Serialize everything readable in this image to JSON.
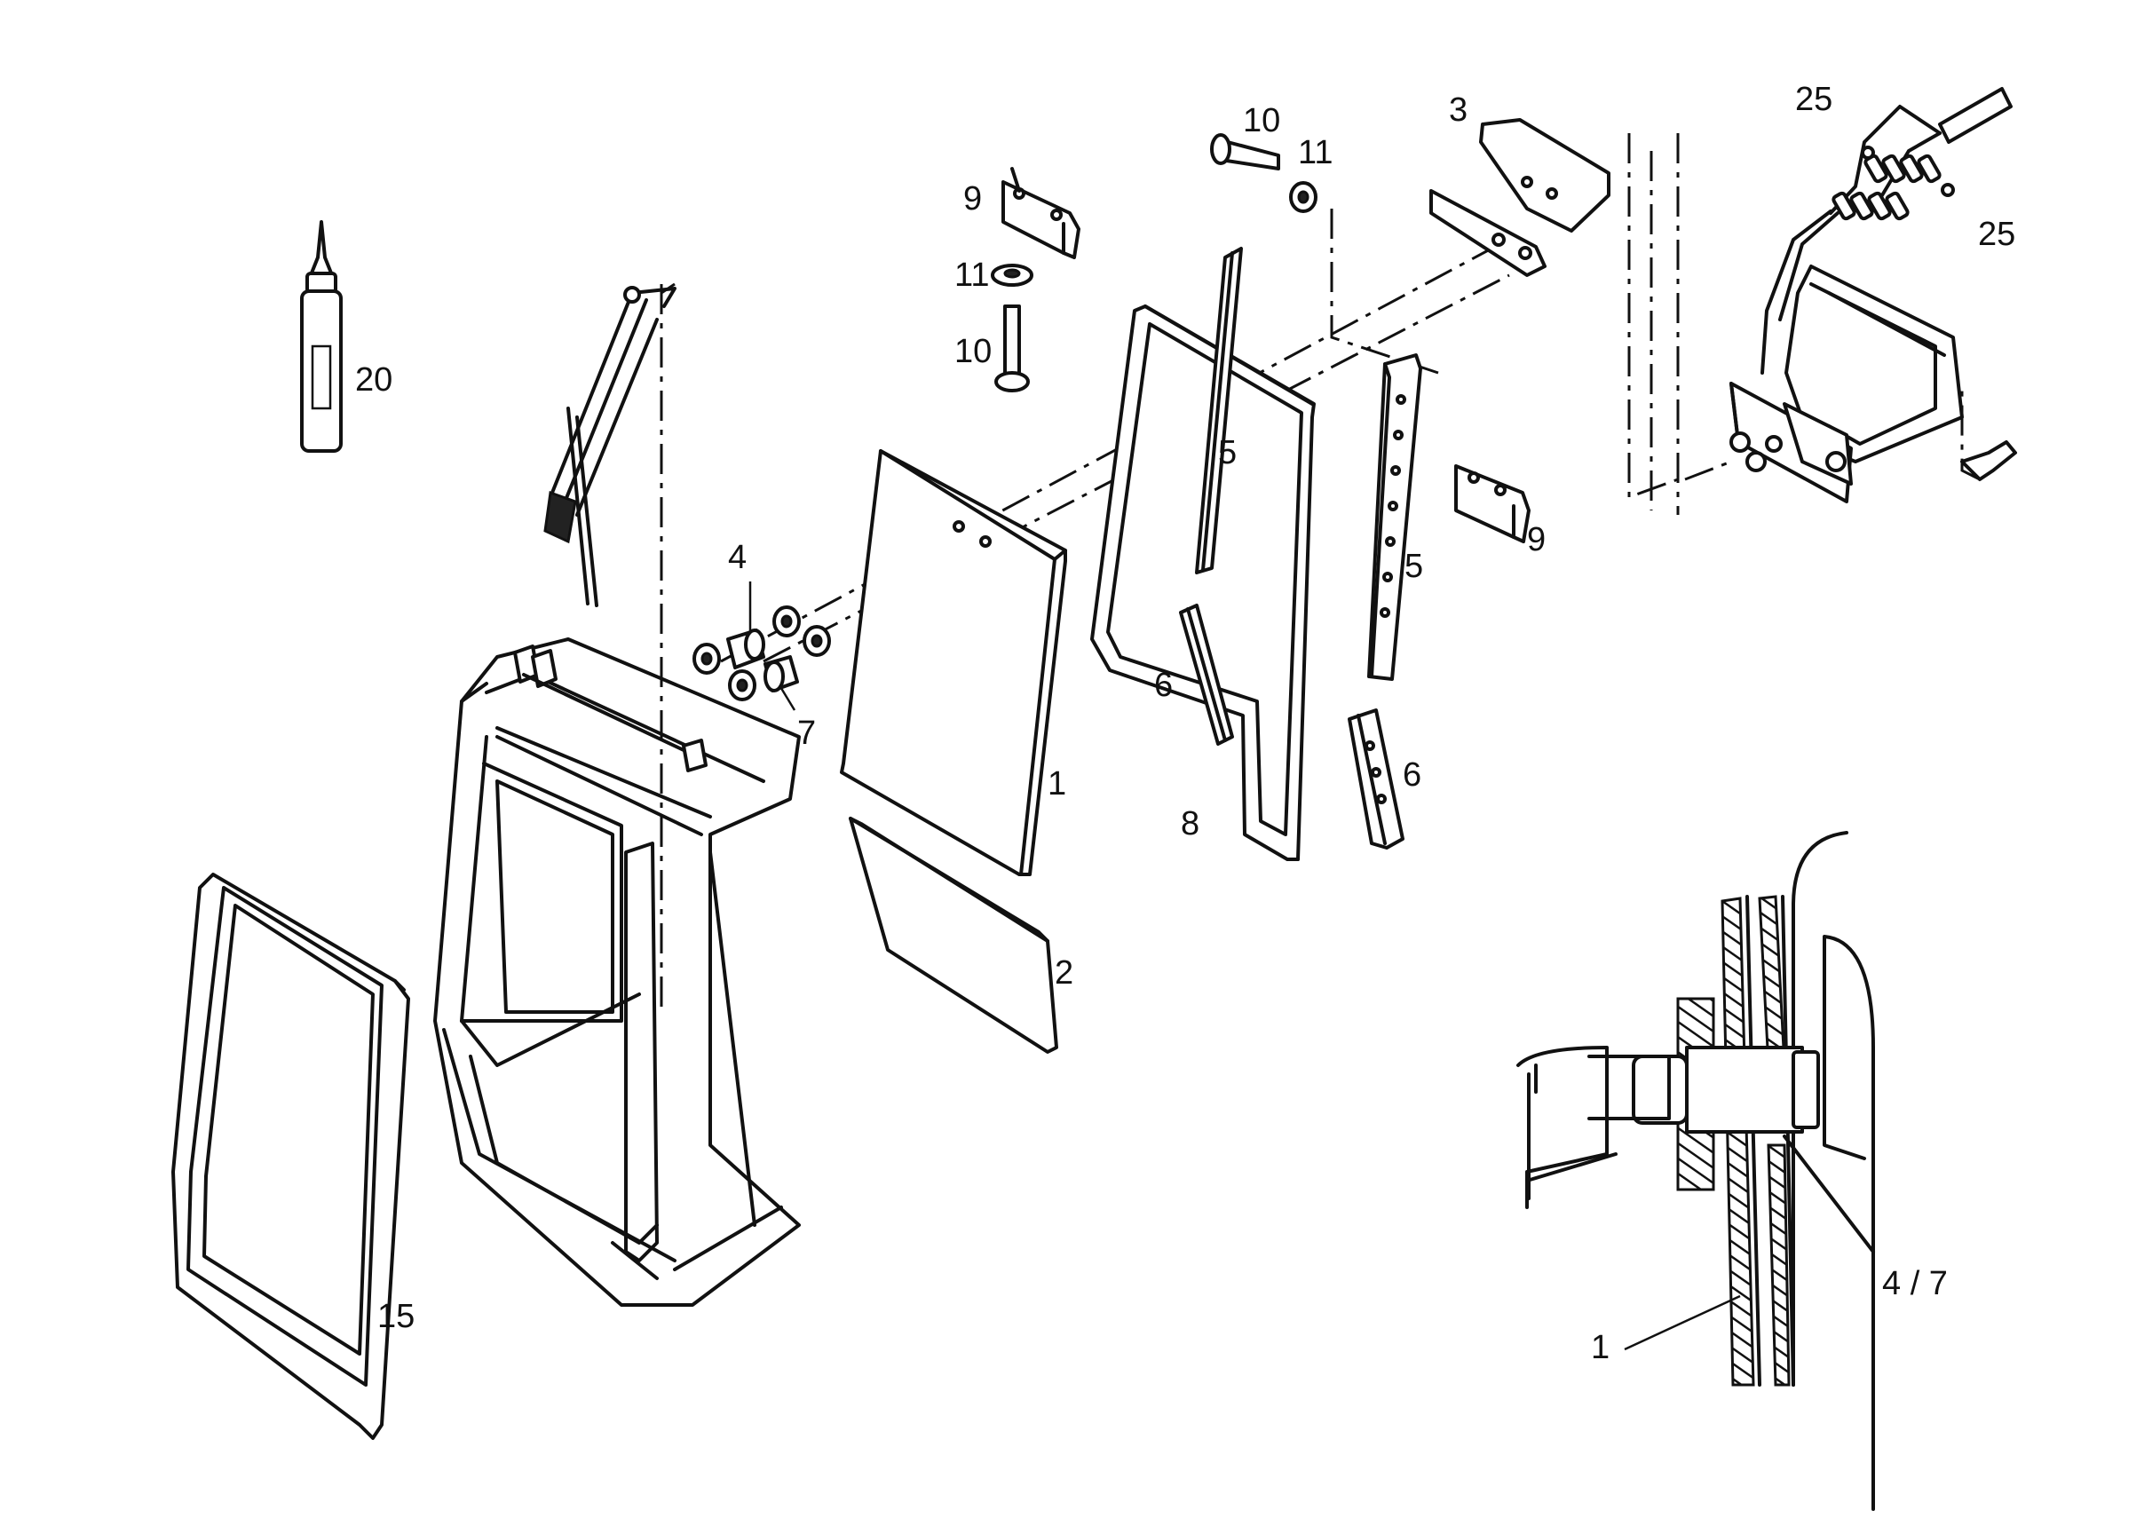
{
  "callouts": {
    "c20": "20",
    "c10a": "10",
    "c10b": "10",
    "c11a": "11",
    "c11b": "11",
    "c9a": "9",
    "c9b": "9",
    "c3": "3",
    "c25a": "25",
    "c25b": "25",
    "c4": "4",
    "c7": "7",
    "c1": "1",
    "c2": "2",
    "c5a": "5",
    "c5b": "5",
    "c6a": "6",
    "c6b": "6",
    "c8": "8",
    "c15": "15",
    "d1": "1",
    "d47": "4 / 7"
  }
}
